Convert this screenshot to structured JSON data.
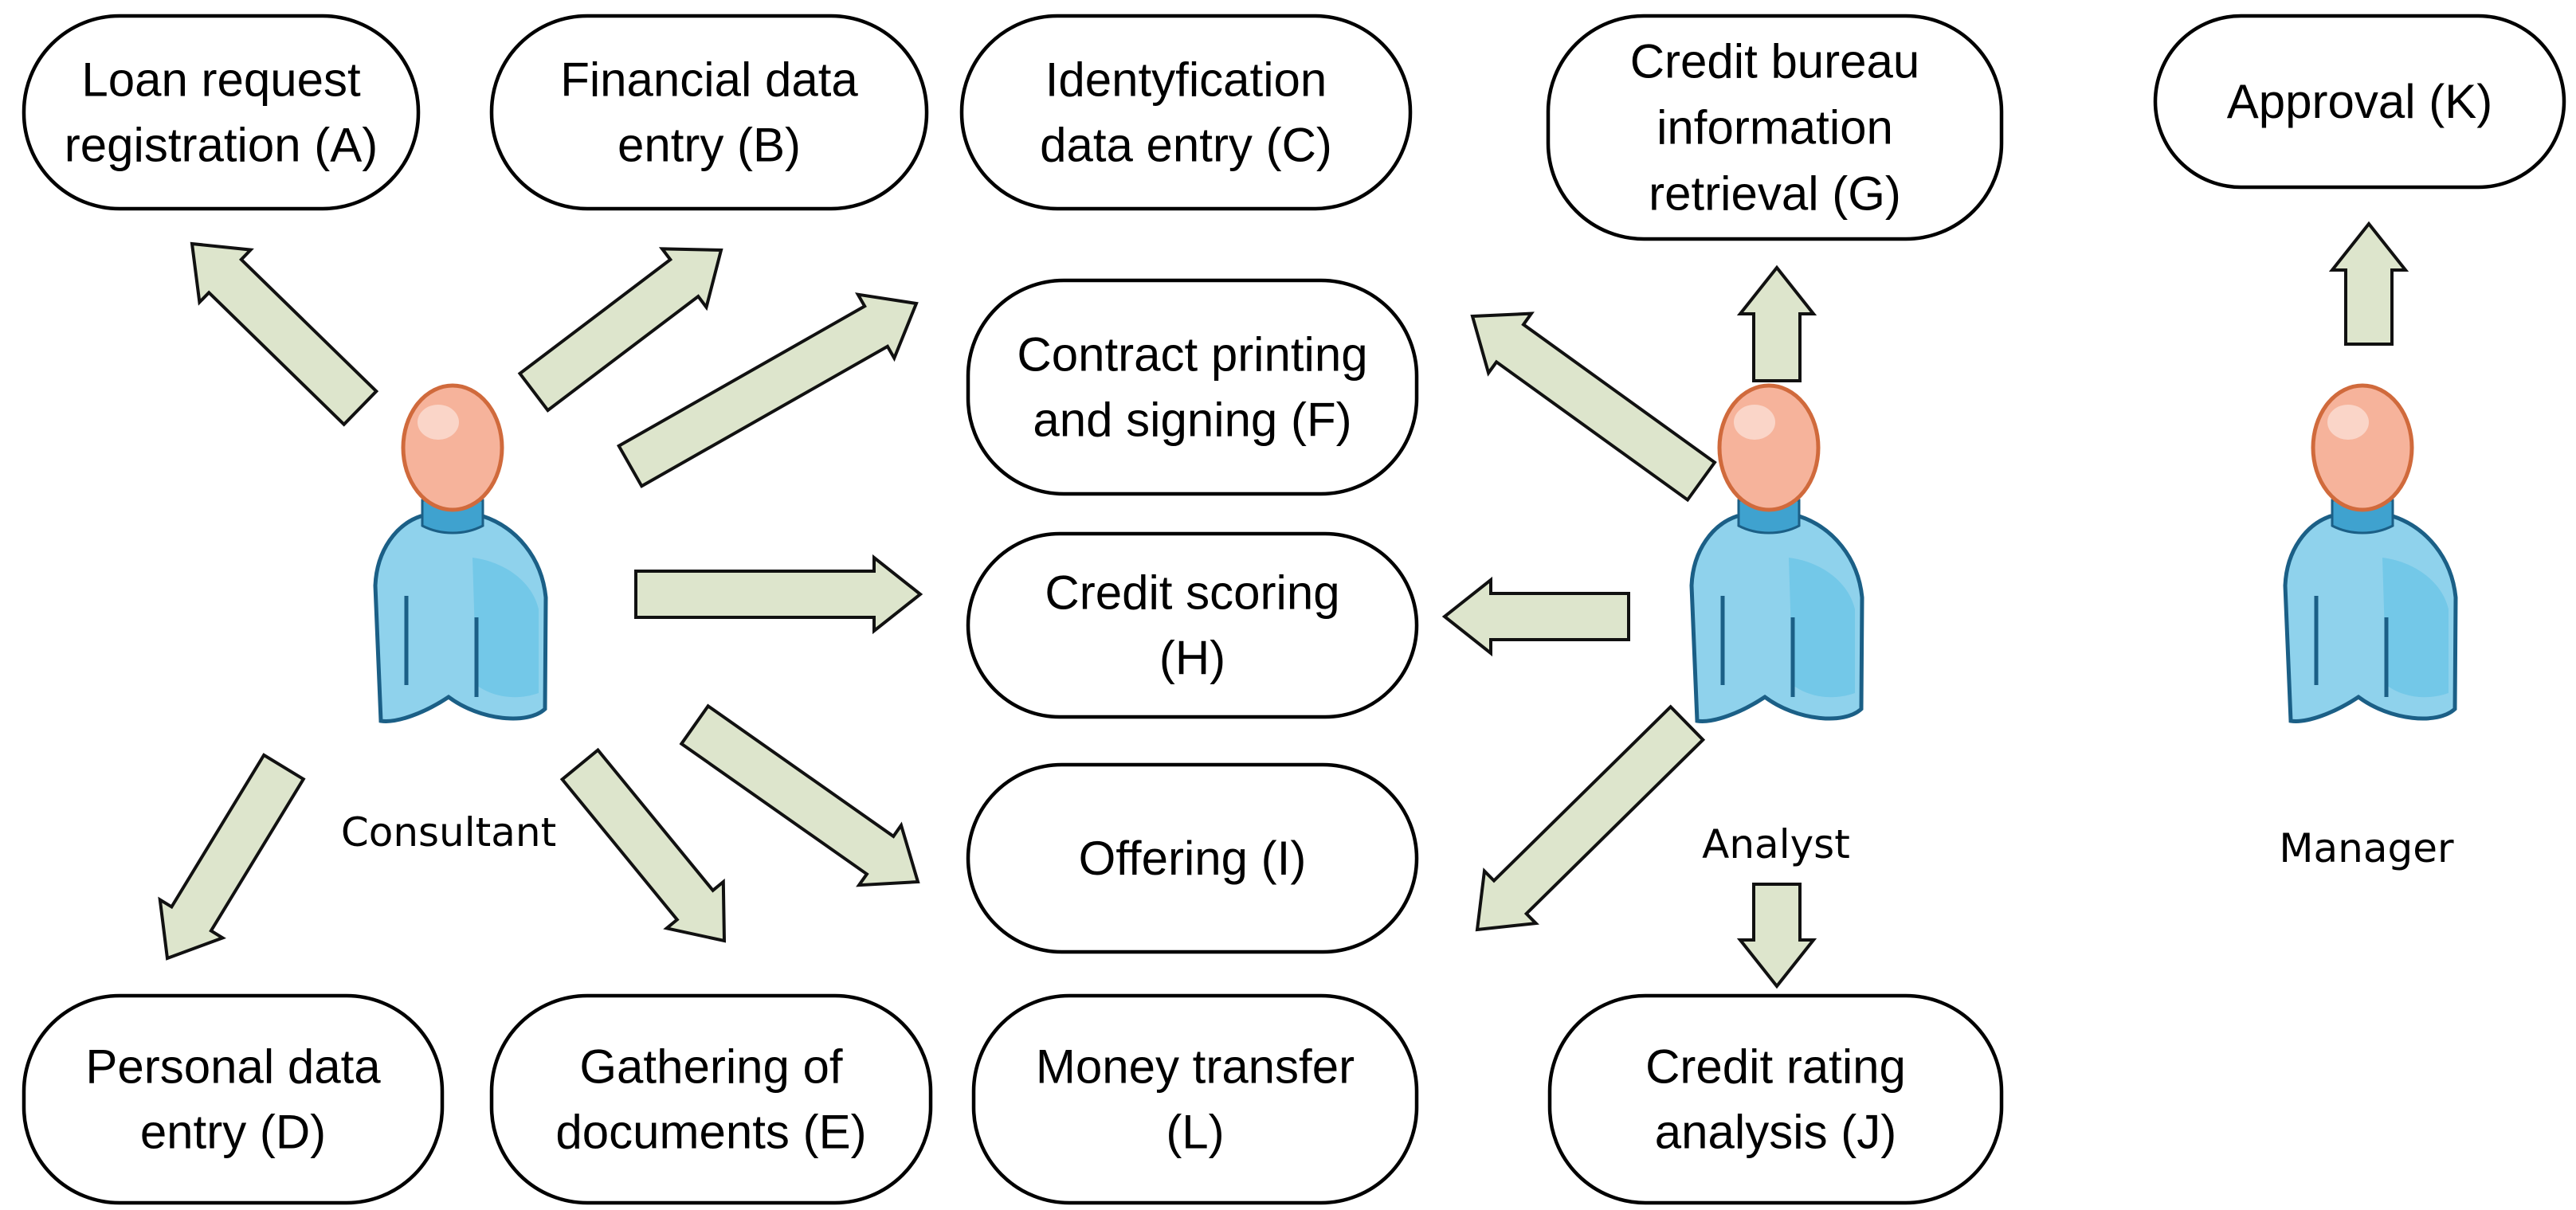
{
  "colors": {
    "arrow_fill": "#dde5cc",
    "arrow_stroke": "#111111",
    "node_fill": "#ffffff",
    "node_stroke": "#000000",
    "head_fill": "#f6b39b",
    "body_fill": "#8fd2ec",
    "body_stroke": "#1b5f86"
  },
  "actors": [
    {
      "id": "consultant",
      "label": "Consultant",
      "icon": "person-icon"
    },
    {
      "id": "analyst",
      "label": "Analyst",
      "icon": "person-icon"
    },
    {
      "id": "manager",
      "label": "Manager",
      "icon": "person-icon"
    }
  ],
  "tasks": [
    {
      "id": "A",
      "lines": [
        "Loan request",
        "registration (A)"
      ]
    },
    {
      "id": "B",
      "lines": [
        "Financial data",
        "entry (B)"
      ]
    },
    {
      "id": "C",
      "lines": [
        "Identyfication",
        "data entry (C)"
      ]
    },
    {
      "id": "G",
      "lines": [
        "Credit bureau",
        "information",
        "retrieval (G)"
      ]
    },
    {
      "id": "K",
      "lines": [
        "Approval (K)"
      ]
    },
    {
      "id": "F",
      "lines": [
        "Contract printing",
        "and signing (F)"
      ]
    },
    {
      "id": "H",
      "lines": [
        "Credit scoring",
        "(H)"
      ]
    },
    {
      "id": "I",
      "lines": [
        "Offering (I)"
      ]
    },
    {
      "id": "D",
      "lines": [
        "Personal data",
        "entry (D)"
      ]
    },
    {
      "id": "E",
      "lines": [
        "Gathering of",
        "documents (E)"
      ]
    },
    {
      "id": "L",
      "lines": [
        "Money transfer",
        "(L)"
      ]
    },
    {
      "id": "J",
      "lines": [
        "Credit rating",
        "analysis (J)"
      ]
    }
  ],
  "assignments": [
    {
      "from": "consultant",
      "to": "A"
    },
    {
      "from": "consultant",
      "to": "B"
    },
    {
      "from": "consultant",
      "to": "F"
    },
    {
      "from": "consultant",
      "to": "H"
    },
    {
      "from": "consultant",
      "to": "I"
    },
    {
      "from": "consultant",
      "to": "D"
    },
    {
      "from": "consultant",
      "to": "E"
    },
    {
      "from": "analyst",
      "to": "G"
    },
    {
      "from": "analyst",
      "to": "F"
    },
    {
      "from": "analyst",
      "to": "H"
    },
    {
      "from": "analyst",
      "to": "I"
    },
    {
      "from": "analyst",
      "to": "J"
    },
    {
      "from": "manager",
      "to": "K"
    }
  ]
}
